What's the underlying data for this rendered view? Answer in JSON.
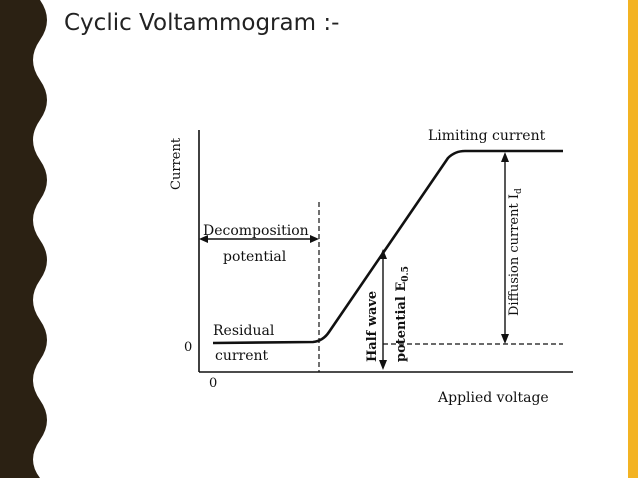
{
  "slide": {
    "title": "Cyclic Voltammogram :-"
  },
  "diagram": {
    "y_axis_label": "Current",
    "x_axis_label": "Applied voltage",
    "y_origin_label": "0",
    "x_origin_label": "0",
    "limiting_current_label": "Limiting current",
    "decomposition_label_line1": "Decomposition",
    "decomposition_label_line2": "potential",
    "residual_label_line1": "Residual",
    "residual_label_line2": "current",
    "half_wave_line1": "Half wave",
    "half_wave_line2": "potential E",
    "half_wave_subscript": "0.5",
    "diffusion_label": "Diffusion current I",
    "diffusion_subscript": "d"
  },
  "colors": {
    "left_band": "#2b2113",
    "accent_bar": "#f3b323",
    "ink": "#111111",
    "figure_background": "#ffffff"
  }
}
